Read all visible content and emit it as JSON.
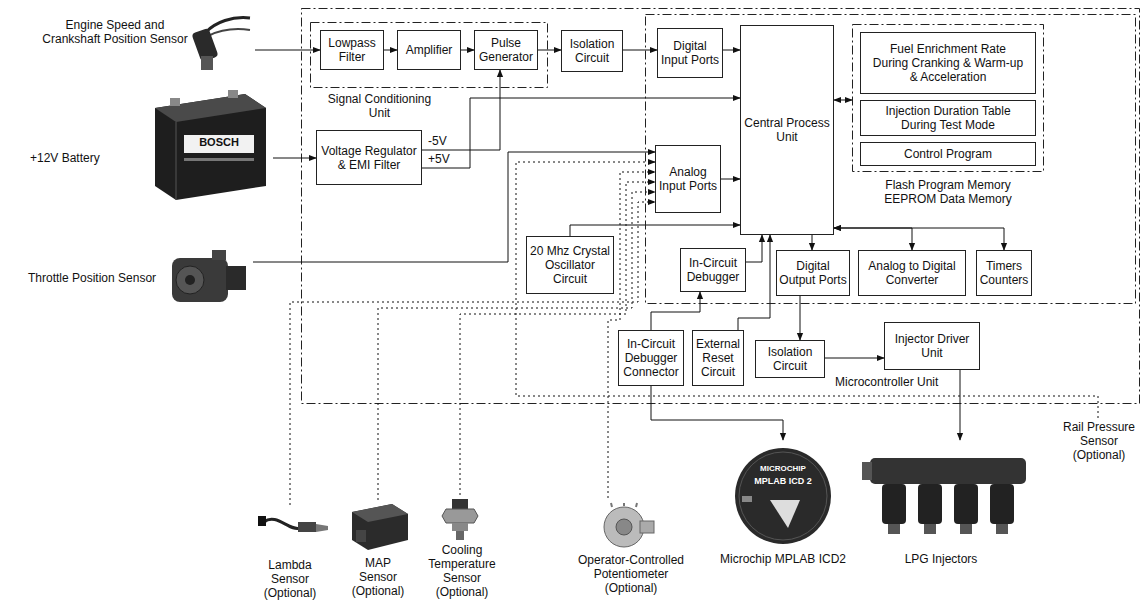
{
  "diagram": {
    "nodes": [
      {
        "text": [
          "Engine Speed and Crankshaft Position Sensor"
        ]
      },
      {
        "text": [
          "Signal Conditioning Unit"
        ]
      },
      {
        "text": [
          "Lowpass Filter"
        ],
        "in": 1
      },
      {
        "text": [
          "Amplifier"
        ],
        "in": 1
      },
      {
        "text": [
          "Pulse Generator"
        ],
        "in": 1
      },
      {
        "text": [
          "Isolation Circuit"
        ]
      },
      {
        "text": [
          "+12V Battery"
        ]
      },
      {
        "text": [
          "Voltage Regulator & EMI Filter"
        ]
      },
      {
        "text": [
          "Throttle Position Sensor"
        ]
      },
      {
        "text": [
          "Microcontroller Unit"
        ]
      },
      {
        "text": [
          "Digital Input Ports"
        ],
        "in": 9
      },
      {
        "text": [
          "Central Process Unit"
        ],
        "in": 9
      },
      {
        "text": [
          "Flash Program Memory EEPROM Data Memory"
        ],
        "in": 9
      },
      {
        "text": [
          "Fuel Enrichment Rate During Cranking & Warm-up & Acceleration"
        ],
        "in": 12
      },
      {
        "text": [
          "Injection Duration Table During Test Mode"
        ],
        "in": 12
      },
      {
        "text": [
          "Control Program"
        ],
        "in": 12
      },
      {
        "text": [
          "Analog Input Ports"
        ],
        "in": 9
      },
      {
        "text": [
          "In-Circuit Debugger"
        ],
        "in": 9
      },
      {
        "text": [
          "Digital Output Ports"
        ],
        "in": 9
      },
      {
        "text": [
          "Analog to Digital Converter"
        ],
        "in": 9
      },
      {
        "text": [
          "Timers Counters"
        ],
        "in": 9
      },
      {
        "text": [
          "20 Mhz Crystal Oscillator Circuit"
        ]
      },
      {
        "text": [
          "In-Circuit Debugger Connector"
        ]
      },
      {
        "text": [
          "External Reset Circuit"
        ]
      },
      {
        "text": [
          "Isolation Circuit"
        ]
      },
      {
        "text": [
          "Injector Driver Unit"
        ]
      },
      {
        "text": [
          "Lambda Sensor (Optional)"
        ]
      },
      {
        "text": [
          "MAP Sensor (Optional)"
        ]
      },
      {
        "text": [
          "Cooling Temperature Sensor (Optional)"
        ]
      },
      {
        "text": [
          "Operator-Controlled Potentiometer (Optional)"
        ]
      },
      {
        "text": [
          "Microchip MPLAB ICD2"
        ]
      },
      {
        "text": [
          "LPG Injectors"
        ]
      },
      {
        "text": [
          "Rail Pressure Sensor (Optional)"
        ]
      }
    ],
    "edges": [
      {
        "from": 0,
        "to": 2,
        "arrow": "to"
      },
      {
        "from": 2,
        "to": 3,
        "arrow": "to"
      },
      {
        "from": 3,
        "to": 4,
        "arrow": "to"
      },
      {
        "from": 4,
        "to": 5,
        "arrow": "to"
      },
      {
        "from": 5,
        "to": 10,
        "arrow": "to"
      },
      {
        "from": 10,
        "to": 11,
        "arrow": "to"
      },
      {
        "from": 6,
        "to": 7,
        "arrow": "to"
      },
      {
        "from": 7,
        "to": 4,
        "arrow": "to"
      },
      {
        "from": 7,
        "to": 11,
        "arrow": "to"
      },
      {
        "from": 8,
        "to": 16,
        "arrow": "to"
      },
      {
        "from": 16,
        "to": 11,
        "arrow": "to"
      },
      {
        "from": 11,
        "to": 12,
        "arrow": "both"
      },
      {
        "from": 11,
        "to": 19,
        "arrow": "both"
      },
      {
        "from": 11,
        "to": 20,
        "arrow": "both"
      },
      {
        "from": 21,
        "to": 11,
        "arrow": "to"
      },
      {
        "from": 17,
        "to": 11,
        "arrow": "to"
      },
      {
        "from": 11,
        "to": 18,
        "arrow": "to"
      },
      {
        "from": 23,
        "to": 11,
        "arrow": "to"
      },
      {
        "from": 22,
        "to": 17,
        "arrow": "to"
      },
      {
        "from": 22,
        "to": 30,
        "arrow": "to"
      },
      {
        "from": 18,
        "to": 24,
        "arrow": "to"
      },
      {
        "from": 24,
        "to": 25,
        "arrow": "to"
      },
      {
        "from": 25,
        "to": 31,
        "arrow": "to"
      },
      {
        "from": 26,
        "to": 16,
        "arrow": "to"
      },
      {
        "from": 27,
        "to": 16,
        "arrow": "to"
      },
      {
        "from": 28,
        "to": 16,
        "arrow": "to"
      },
      {
        "from": 29,
        "to": 16,
        "arrow": "to"
      },
      {
        "from": 32,
        "to": 16,
        "arrow": "to"
      }
    ],
    "labels": [
      "-5V",
      "+5V",
      "BOSCH",
      "MICROCHIP",
      "MPLAB ICD 2"
    ]
  }
}
